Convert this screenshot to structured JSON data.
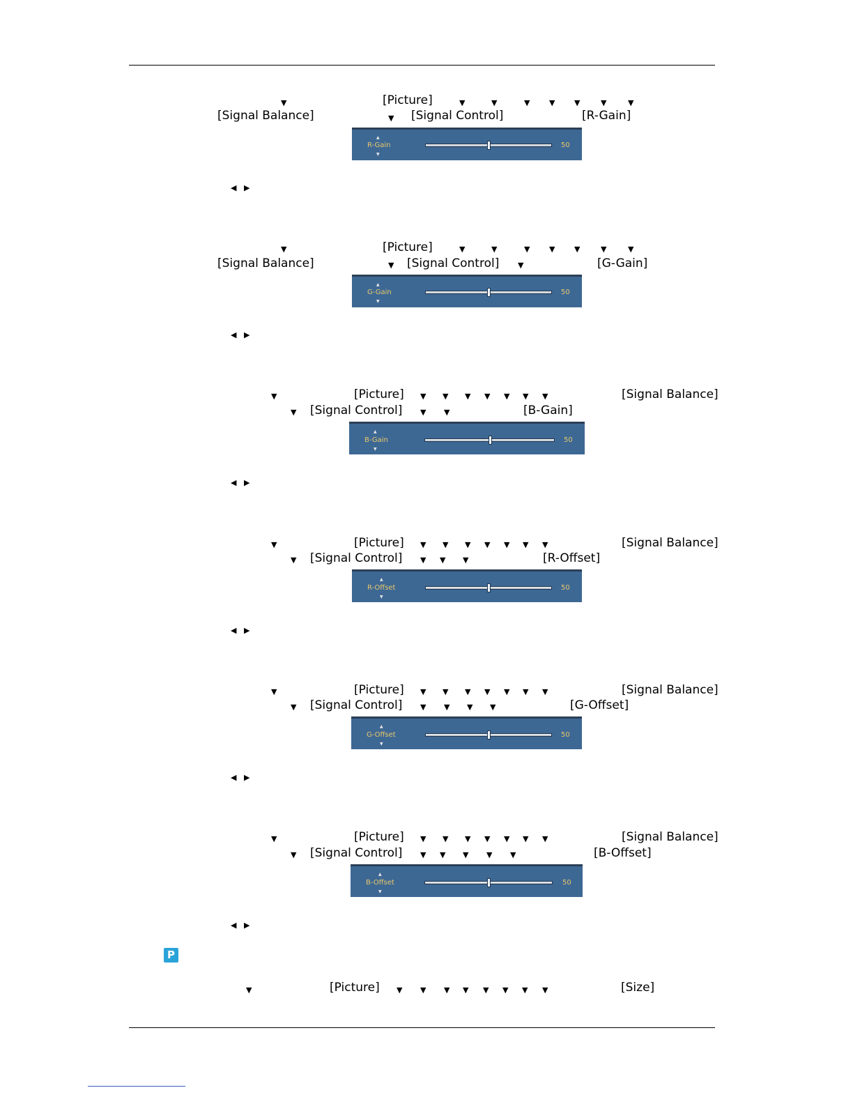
{
  "labels": {
    "picture": "[Picture]",
    "signal_balance": "[Signal Balance]",
    "signal_control": "[Signal Control]",
    "size": "[Size]"
  },
  "sections": [
    {
      "target": "[R-Gain]",
      "osd": {
        "name": "R-Gain",
        "value": "50"
      }
    },
    {
      "target": "[G-Gain]",
      "osd": {
        "name": "G-Gain",
        "value": "50"
      }
    },
    {
      "target": "[B-Gain]",
      "osd": {
        "name": "B-Gain",
        "value": "50"
      }
    },
    {
      "target": "[R-Offset]",
      "osd": {
        "name": "R-Offset",
        "value": "50"
      }
    },
    {
      "target": "[G-Offset]",
      "osd": {
        "name": "G-Offset",
        "value": "50"
      }
    },
    {
      "target": "[B-Offset]",
      "osd": {
        "name": "B-Offset",
        "value": "50"
      }
    }
  ],
  "slider_level": 0.5,
  "icons": {
    "down_arrow": "▼",
    "left_arrow": "◀",
    "right_arrow": "▶",
    "up_small": "▲",
    "down_small": "▼"
  },
  "p_badge": "P",
  "colors": {
    "osd_background": "#3e6894",
    "osd_text": "#e8c86a",
    "badge": "#2aa3d8"
  }
}
